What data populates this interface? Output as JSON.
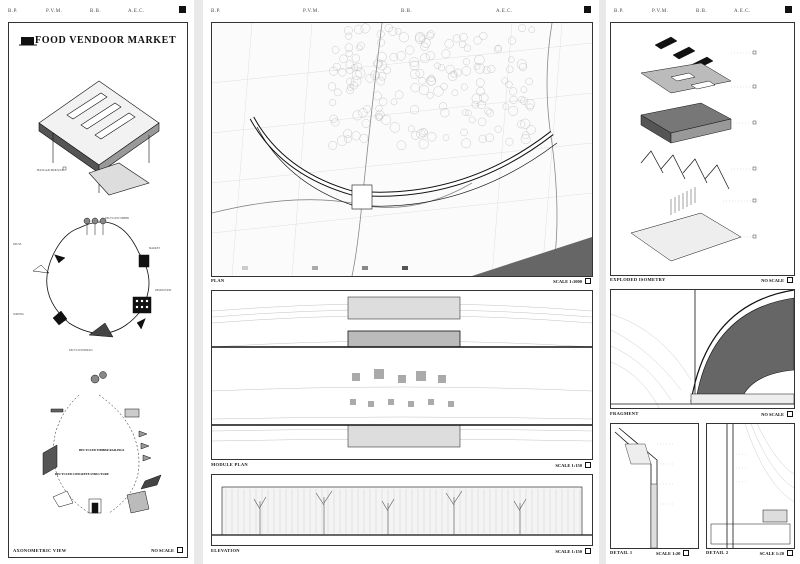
{
  "sheet_header": [
    "B.P.",
    "P.V.M.",
    "B.B.",
    "A.E.C."
  ],
  "title": "FOOD VENDOOR MARKET",
  "panels": {
    "axonometric": {
      "label": "AXONOMETRIC VIEW",
      "scale": "NO SCALE"
    },
    "plan": {
      "label": "PLAN",
      "scale": "SCALE 1:1000"
    },
    "module_plan": {
      "label": "MODULE PLAN",
      "scale": "SCALE 1:150"
    },
    "elevation": {
      "label": "ELEVATION",
      "scale": "SCALE 1:150"
    },
    "exploded": {
      "label": "EXPLODED ISOMETRY",
      "scale": "NO SCALE"
    },
    "fragment": {
      "label": "FRAGMENT",
      "scale": "NO SCALE"
    },
    "detail1": {
      "label": "DETAIL 1",
      "scale": "SCALE 1:20"
    },
    "detail2": {
      "label": "DETAIL 2",
      "scale": "SCALE 1:20"
    }
  },
  "cycle_label_1": "RECYCLED CONCRETE STRUCTURE",
  "cycle_label_2": "RECYCLED TIMBER RAILINGS",
  "colors": {
    "ink": "#111111",
    "sheet": "#ffffff",
    "background": "#e9e9e9",
    "tone": "#777777"
  }
}
